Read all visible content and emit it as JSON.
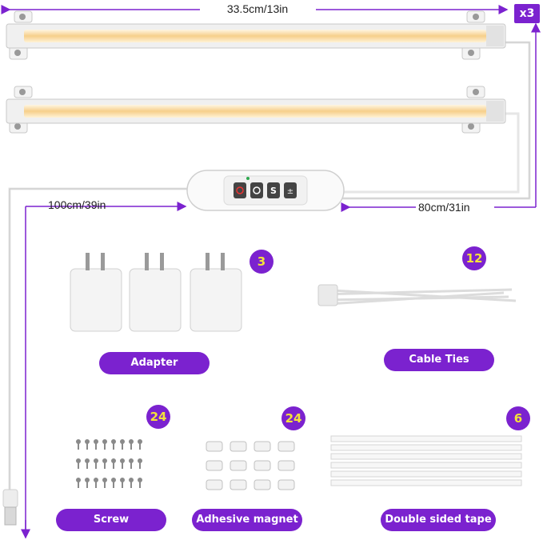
{
  "dimensions": {
    "bar_length": "33.5cm/13in",
    "main_cable": "100cm/39in",
    "connector_cable": "80cm/31in",
    "quantity_badge": "x3"
  },
  "controller": {
    "button_icons": [
      "clock-icon",
      "dimmer-icon",
      "mode-s-icon",
      "plus-minus-icon"
    ]
  },
  "accessories": [
    {
      "label": "Adapter",
      "count": "3"
    },
    {
      "label": "Cable Ties",
      "count": "12"
    },
    {
      "label": "Screw",
      "count": "24"
    },
    {
      "label": "Adhesive magnet",
      "count": "24"
    },
    {
      "label": "Double sided tape",
      "count": "6"
    }
  ],
  "colors": {
    "accent": "#7b22cf",
    "count_text": "#f3e23a",
    "led_warm": "#f6cf8a"
  }
}
